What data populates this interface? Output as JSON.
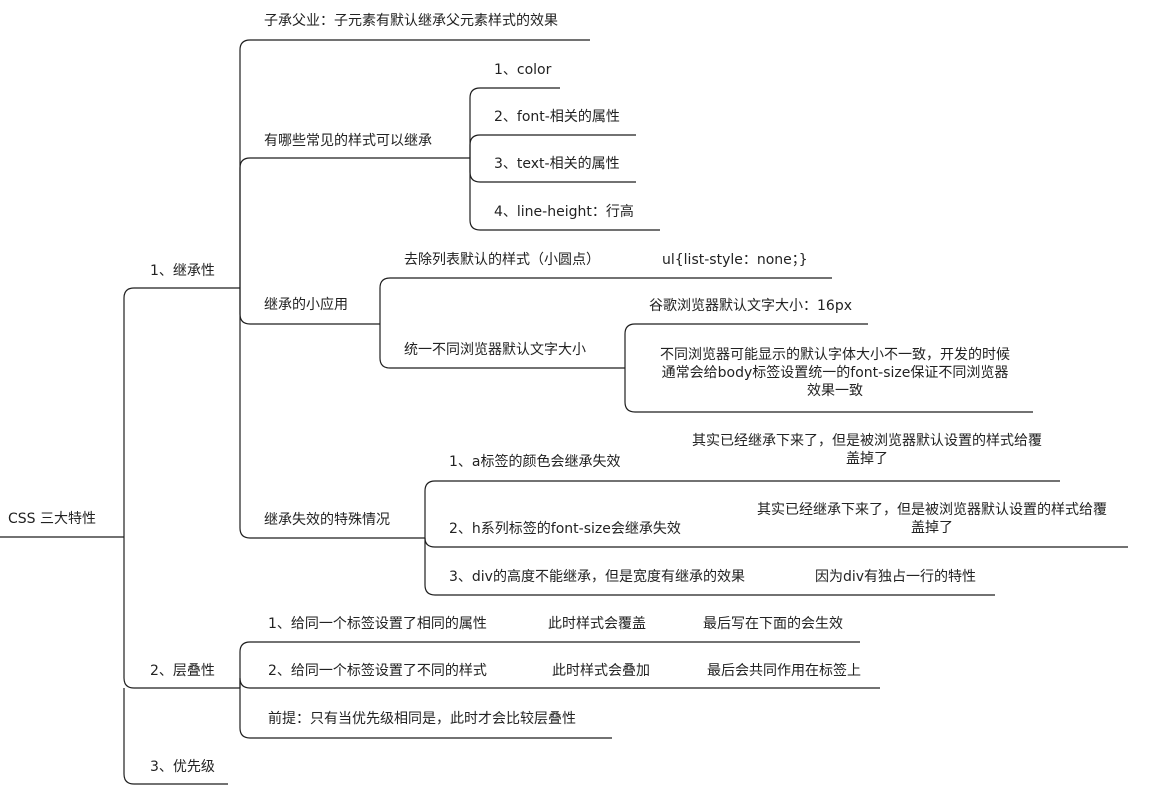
{
  "root": "CSS 三大特性",
  "inheritance": {
    "label": "1、继承性",
    "intro": "子承父业：子元素有默认继承父元素样式的效果",
    "common": {
      "label": "有哪些常见的样式可以继承",
      "items": [
        "1、color",
        "2、font-相关的属性",
        "3、text-相关的属性",
        "4、line-height：行高"
      ]
    },
    "apps": {
      "label": "继承的小应用",
      "remove_list": "去除列表默认的样式（小圆点）",
      "remove_list_code": "ul{list-style：none；}",
      "unify_font": "统一不同浏览器默认文字大小",
      "chrome_default": "谷歌浏览器默认文字大小：16px",
      "unify_note": [
        "不同浏览器可能显示的默认字体大小不一致，开发的时候",
        "通常会给body标签设置统一的font-size保证不同浏览器",
        "效果一致"
      ]
    },
    "special": {
      "label": "继承失效的特殊情况",
      "a_tag": "1、a标签的颜色会继承失效",
      "a_note": [
        "其实已经继承下来了，但是被浏览器默认设置的样式给覆",
        "盖掉了"
      ],
      "h_tag": "2、h系列标签的font-size会继承失效",
      "h_note": [
        "其实已经继承下来了，但是被浏览器默认设置的样式给覆",
        "盖掉了"
      ],
      "div": "3、div的高度不能继承，但是宽度有继承的效果",
      "div_note": "因为div有独占一行的特性"
    }
  },
  "cascade": {
    "label": "2、层叠性",
    "same_attr": "1、给同一个标签设置了相同的属性",
    "same_attr_effect": "此时样式会覆盖",
    "same_attr_result": "最后写在下面的会生效",
    "diff_style": "2、给同一个标签设置了不同的样式",
    "diff_style_effect": "此时样式会叠加",
    "diff_style_result": "最后会共同作用在标签上",
    "premise": "前提：只有当优先级相同是，此时才会比较层叠性"
  },
  "priority": {
    "label": "3、优先级"
  },
  "colors": {
    "line": "#1f1f1f",
    "text": "#222222",
    "background": "#ffffff"
  }
}
